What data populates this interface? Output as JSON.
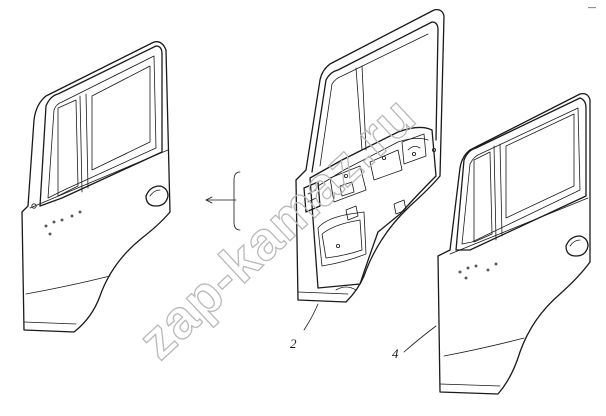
{
  "diagram": {
    "callouts": [
      {
        "id": "2",
        "text": "2"
      },
      {
        "id": "4",
        "text": "4"
      }
    ],
    "watermark": "zap-kamaz.ru",
    "corner_mark": "—"
  },
  "colors": {
    "line": "#1a1a1a",
    "watermark": "#b9b9b9",
    "background": "#ffffff"
  }
}
